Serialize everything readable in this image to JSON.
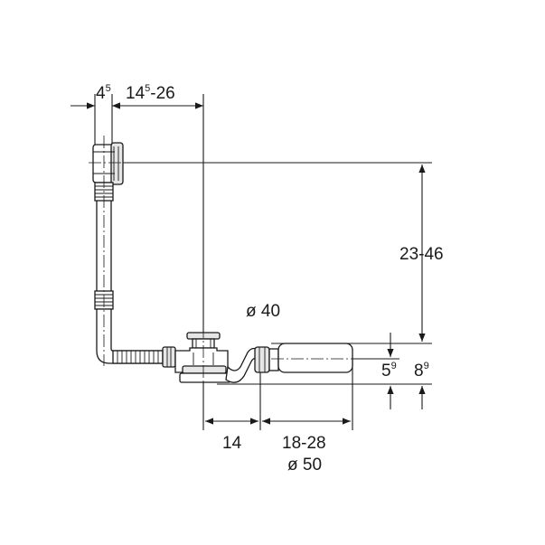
{
  "dimensions": {
    "fitting_depth": {
      "main": "4",
      "sup": "5"
    },
    "overflow_offset": {
      "main": "14",
      "sup": "5",
      "rest": "-26"
    },
    "height_range": "23-46",
    "inlet_diameter": "ø 40",
    "outlet_height_low": {
      "main": "5",
      "sup": "9"
    },
    "outlet_height_high": {
      "main": "8",
      "sup": "9"
    },
    "trap_offset": "14",
    "outlet_length": "18-28",
    "outlet_diameter": "ø 50"
  },
  "colors": {
    "line": "#1a1a1a",
    "part_fill": "#e6e6e6",
    "background": "#ffffff"
  }
}
